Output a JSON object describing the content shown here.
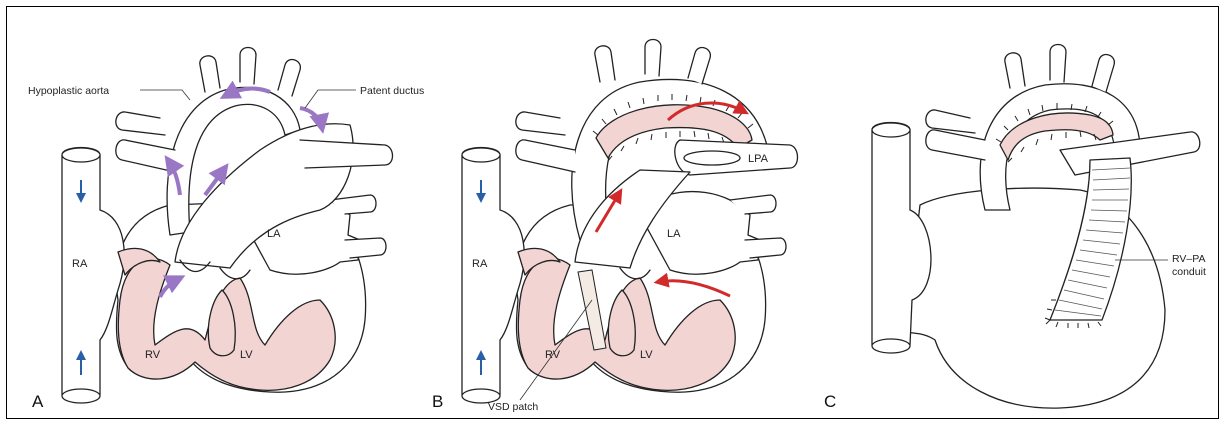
{
  "colors": {
    "tissue_pink": "#f2d4d2",
    "flow_purple": "#9a77c4",
    "flow_red": "#d22a2a",
    "flow_blue": "#2a5fa8",
    "outline": "#222222"
  },
  "panels": {
    "a": {
      "letter": "A",
      "labels": {
        "ra": "RA",
        "rv": "RV",
        "lv": "LV",
        "la": "LA"
      },
      "callouts": {
        "hypoplastic_aorta": "Hypoplastic aorta",
        "patent_ductus": "Patent ductus"
      }
    },
    "b": {
      "letter": "B",
      "labels": {
        "ra": "RA",
        "rv": "RV",
        "lv": "LV",
        "la": "LA",
        "lpa": "LPA"
      },
      "callouts": {
        "vsd_patch": "VSD patch"
      }
    },
    "c": {
      "letter": "C",
      "callouts": {
        "rv_pa_line1": "RV–PA",
        "rv_pa_line2": "conduit"
      }
    }
  }
}
